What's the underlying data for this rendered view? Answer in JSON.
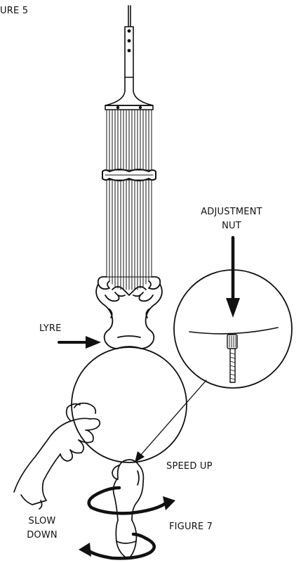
{
  "labels": {
    "figure_top": "URE 5",
    "adjustment": "ADJUSTMENT",
    "nut": "NUT",
    "lyre": "LYRE",
    "speed_up": "SPEED UP",
    "slow": "SLOW",
    "down": "DOWN",
    "figure_bottom": "FIGURE 7"
  }
}
